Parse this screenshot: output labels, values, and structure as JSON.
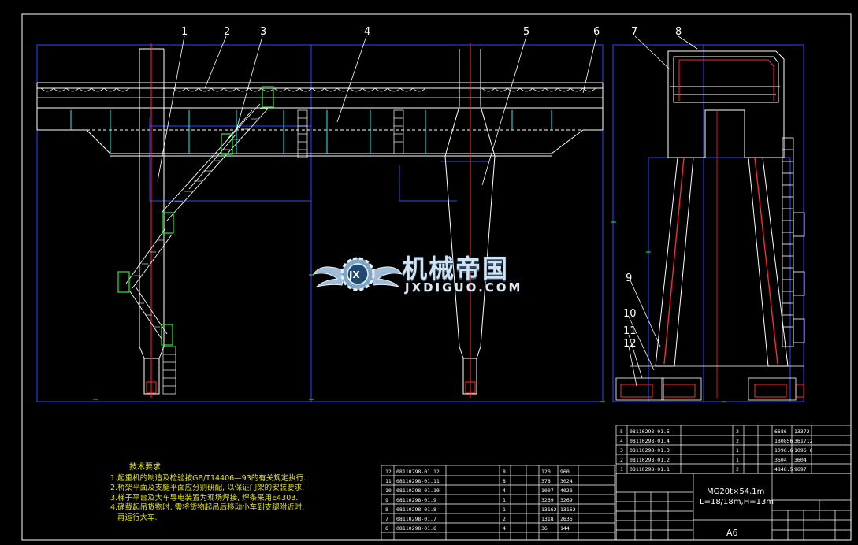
{
  "callouts": [
    "1",
    "2",
    "3",
    "4",
    "5",
    "6",
    "7",
    "8",
    "9",
    "10",
    "11",
    "12"
  ],
  "requirements": {
    "heading": "技术要求",
    "items": [
      "1.起重机的制造及检验按GB/T14406—93的有关规定执行.",
      "2.桥架平面及支腿平面应分别研配, 以保证门架的安装要求.",
      "3.梯子平台及大车导电装置为现场焊接, 焊条采用E4303.",
      "4.确载起吊货物时, 需将货物起吊后移动小车到支腿附近时,",
      "   再运行大车."
    ]
  },
  "watermark": {
    "brand": "机械帝国",
    "url": "JXDIGUO.COM",
    "badge": "JX"
  },
  "bom_left": [
    [
      "12",
      "08110298-01.12",
      "",
      "8",
      "",
      "",
      "120",
      "960"
    ],
    [
      "11",
      "08110298-01.11",
      "",
      "8",
      "",
      "",
      "378",
      "3024"
    ],
    [
      "10",
      "08110298-01.10",
      "",
      "4",
      "",
      "",
      "1007",
      "4028"
    ],
    [
      "9",
      "08110298-01.9",
      "",
      "1",
      "",
      "",
      "3269",
      "3269"
    ],
    [
      "8",
      "08110298-01.8",
      "",
      "1",
      "",
      "",
      "13162",
      "13162"
    ],
    [
      "7",
      "08110298-01.7",
      "",
      "2",
      "",
      "",
      "1318",
      "2636"
    ],
    [
      "6",
      "08110298-01.6",
      "",
      "4",
      "",
      "",
      "36",
      "144"
    ]
  ],
  "bom_right": [
    [
      "5",
      "08110298-01.5",
      "",
      "2",
      "",
      "",
      "6686",
      "13372"
    ],
    [
      "4",
      "08110298-01.4",
      "",
      "2",
      "",
      "",
      "180856",
      "361712"
    ],
    [
      "3",
      "08110298-01.3",
      "",
      "1",
      "",
      "",
      "1096.6",
      "1096.6"
    ],
    [
      "2",
      "08110298-01.2",
      "",
      "1",
      "",
      "",
      "3604",
      "3604"
    ],
    [
      "1",
      "08110298-01.1",
      "",
      "2",
      "",
      "",
      "4848.5",
      "9697"
    ]
  ],
  "title_block": {
    "model": "MG20t×54.1m",
    "spec": "L=18/18m,H=13m",
    "drawing_title": "",
    "sheet": "A6"
  },
  "colors": {
    "bg": "#000000",
    "frame": "#ffffff",
    "blue": "#2a4dff",
    "red": "#ff2a2a",
    "cyan": "#25f0f0",
    "green": "#27f027",
    "yellow": "#e8e800",
    "magenta": "#ff39ff"
  }
}
